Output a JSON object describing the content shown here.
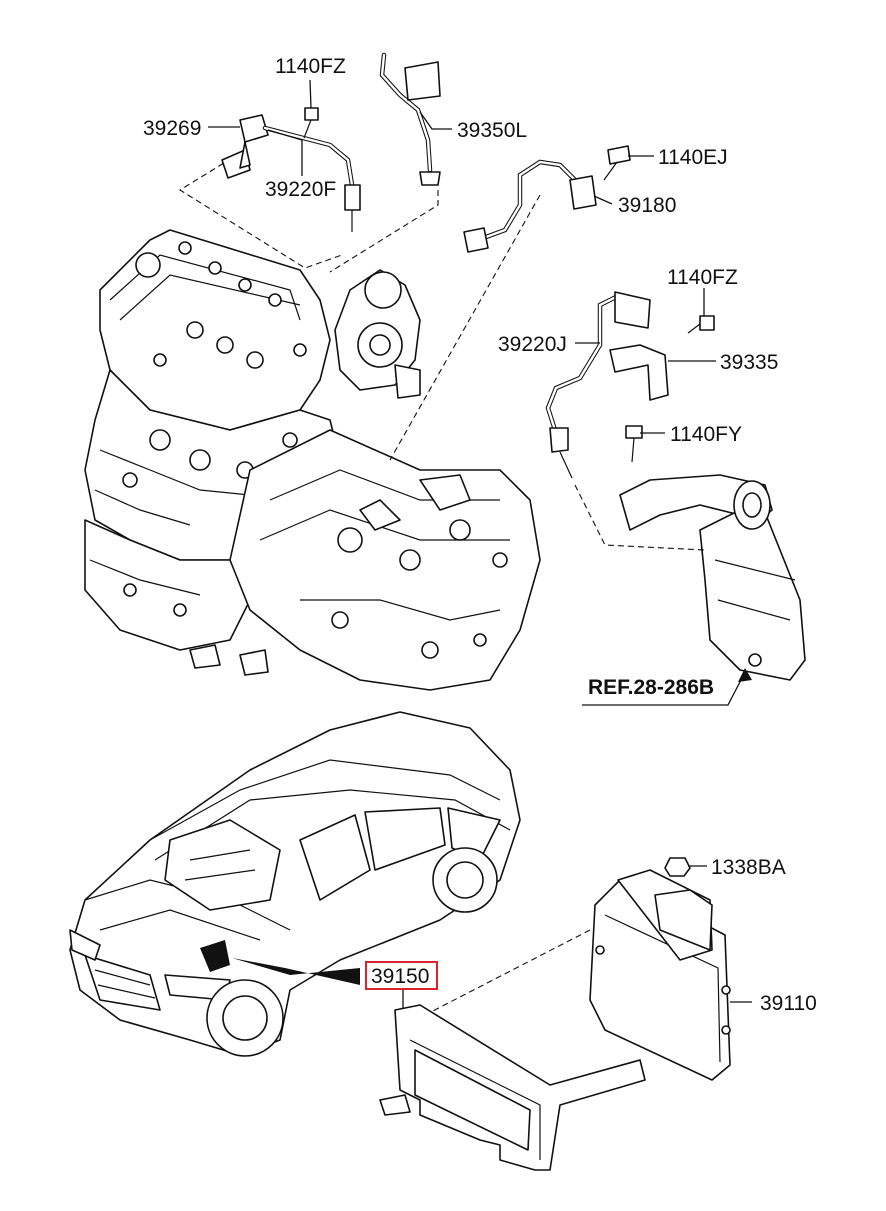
{
  "labels": {
    "l1140fz_top": "1140FZ",
    "l39269": "39269",
    "l39220f": "39220F",
    "l39350l": "39350L",
    "l1140ej": "1140EJ",
    "l39180": "39180",
    "l1140fz_right": "1140FZ",
    "l39220j": "39220J",
    "l39335": "39335",
    "l1140fy": "1140FY",
    "ref": "REF.28-286B",
    "l1338ba": "1338BA",
    "l39150": "39150",
    "l39110": "39110"
  },
  "colors": {
    "line": "#111111",
    "highlight_box": "#d9262e",
    "background": "#ffffff"
  }
}
